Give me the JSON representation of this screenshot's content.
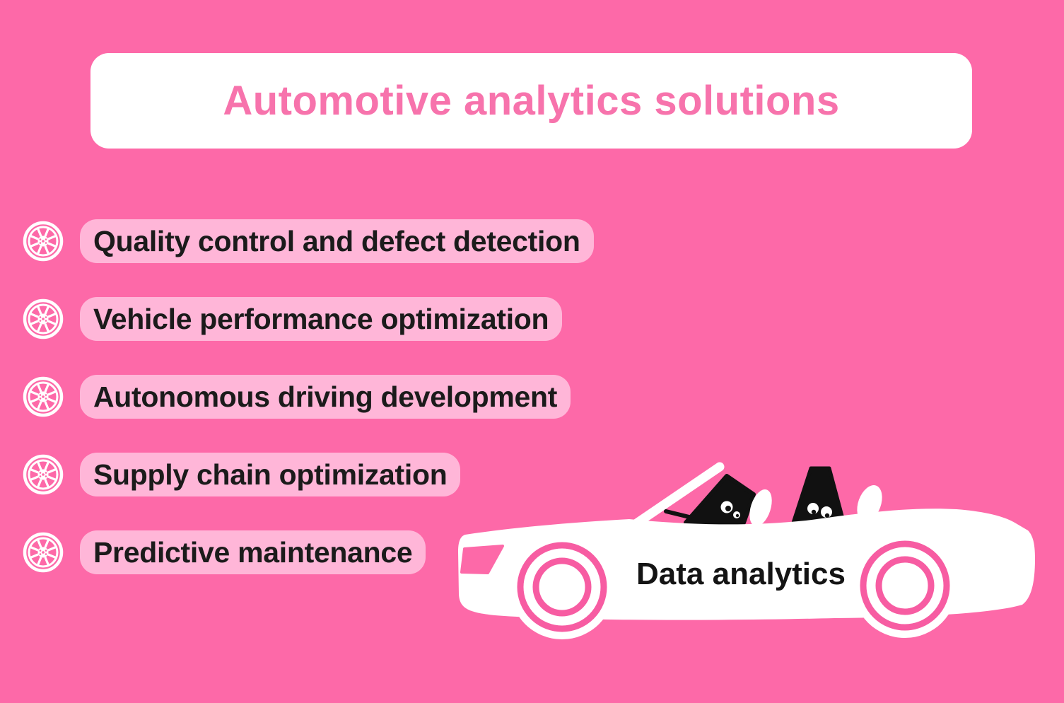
{
  "page": {
    "background_color": "#FD69A8",
    "type": "infographic"
  },
  "header": {
    "title": "Automotive analytics solutions",
    "title_color": "#F773AC",
    "card_color": "#FFFFFF"
  },
  "list": {
    "icon": "wheel-icon",
    "icon_color": "#FFFFFF",
    "pill_color": "#FFB6D8",
    "text_color": "#1B1B1B",
    "items": [
      {
        "label": "Quality control and defect detection"
      },
      {
        "label": "Vehicle performance optimization"
      },
      {
        "label": "Autonomous driving development"
      },
      {
        "label": "Supply chain optimization"
      },
      {
        "label": "Predictive maintenance"
      }
    ]
  },
  "car": {
    "label": "Data analytics",
    "label_color": "#141414",
    "body_color": "#FFFFFF",
    "wheel_ring_color": "#F75CA2",
    "passenger_color": "#111111",
    "description": "white-convertible-with-two-black-characters"
  }
}
